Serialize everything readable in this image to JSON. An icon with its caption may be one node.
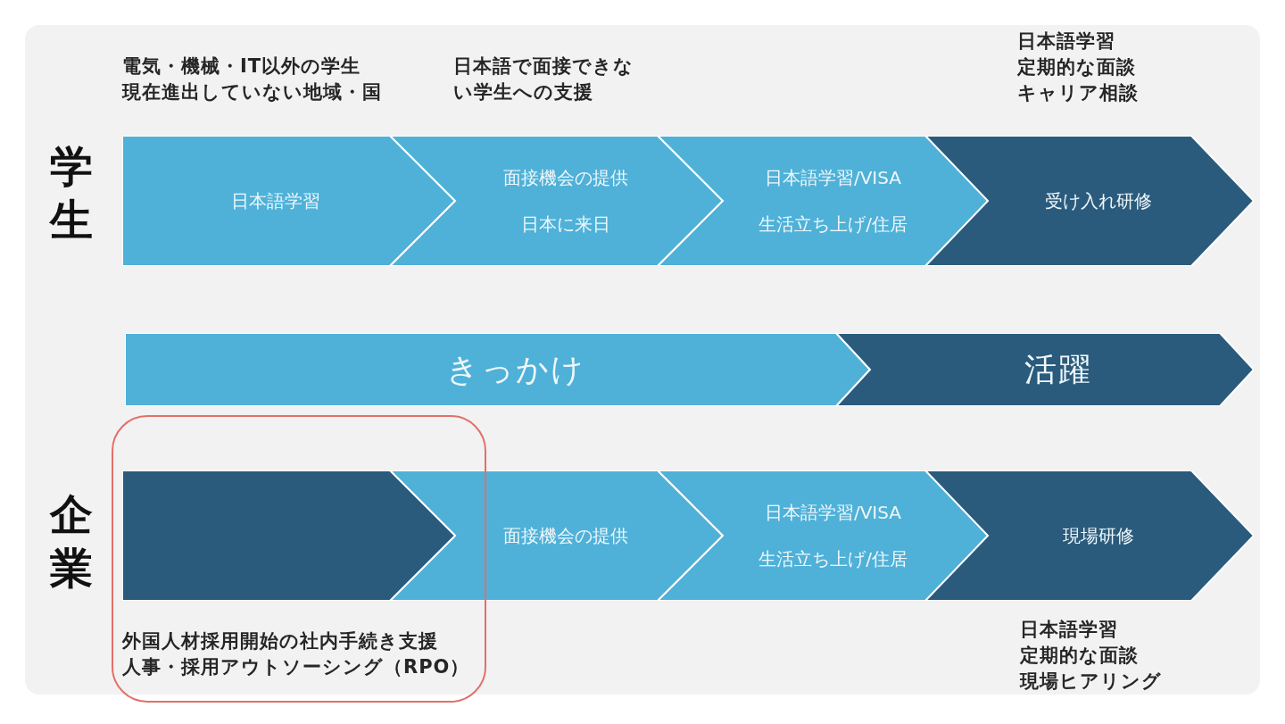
{
  "diagram": {
    "nodes": [
      {
        "text": [
          "日本語学習"
        ],
        "beside": [
          "電気・機械・IT以外の学生",
          "現在進出していない地域・国"
        ]
      },
      {
        "text": [
          "面接機会の提供",
          "日本に来日"
        ],
        "beside": [
          "日本語で面接できない学生への支援"
        ]
      },
      {
        "text": [
          "日本語学習/VISA",
          "生活立ち上げ/住居"
        ]
      },
      {
        "text": [
          "受け入れ研修"
        ],
        "beside": [
          "日本語学習",
          "定期的な面談",
          "キャリア相談"
        ]
      },
      {
        "text": [
          "きっかけ"
        ]
      },
      {
        "text": [
          "活躍"
        ]
      },
      {
        "text": [
          "外国人材採用開始の社内手続き支援",
          "人事・採用アウトソーシング（RPO）"
        ]
      },
      {
        "text": [],
        "shape": "chevron",
        "in": 6
      },
      {
        "text": [
          "面接機会の提供"
        ]
      },
      {
        "text": [
          "日本語学習/VISA",
          "生活立ち上げ/住居"
        ]
      },
      {
        "text": [
          "現場研修"
        ],
        "beside": [
          "日本語学習",
          "定期的な面談",
          "現場ヒアリング"
        ]
      }
    ],
    "labels": [
      "学生",
      "企業"
    ]
  }
}
